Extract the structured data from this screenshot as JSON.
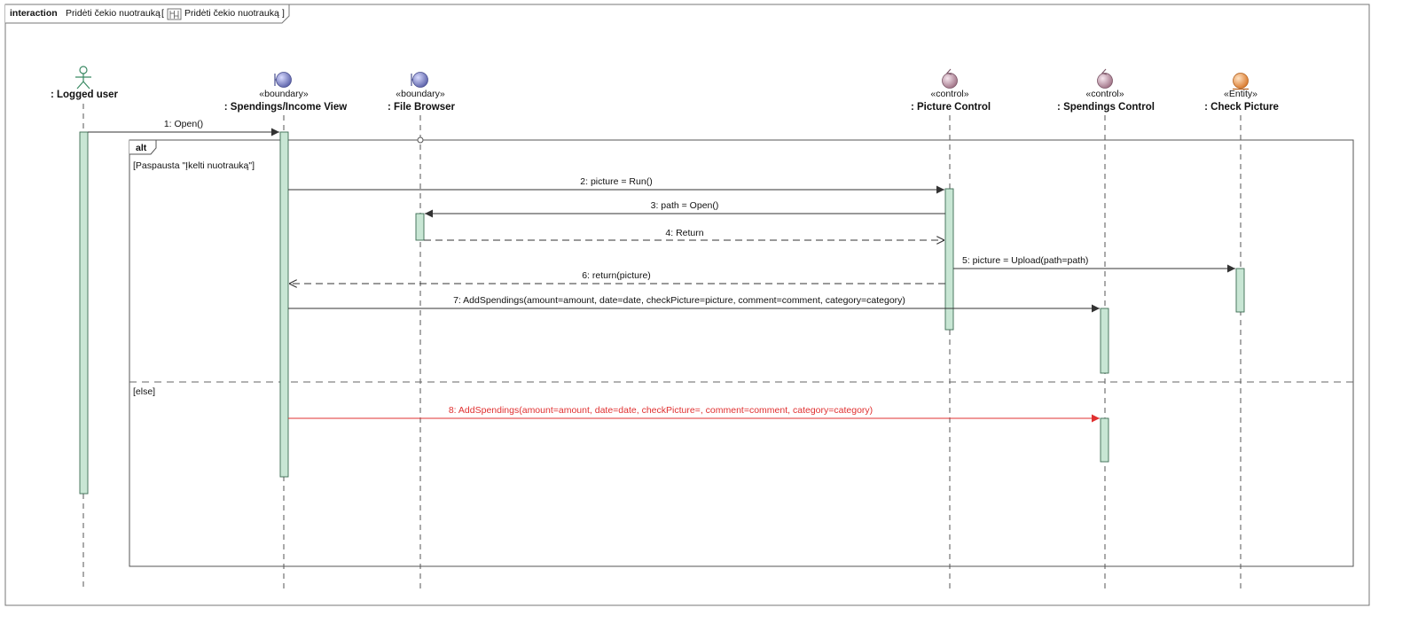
{
  "frame": {
    "keyword": "interaction",
    "name": "Pridėti čekio nuotrauką",
    "bracket_open": "[",
    "icon": "sequence-diagram-icon",
    "ref_name": "Pridėti čekio nuotrauką",
    "bracket_close": "]"
  },
  "lifelines": [
    {
      "id": "user",
      "kind": "actor",
      "stereotype": "",
      "name": ": Logged user"
    },
    {
      "id": "view",
      "kind": "boundary",
      "stereotype": "«boundary»",
      "name": ": Spendings/Income View"
    },
    {
      "id": "files",
      "kind": "boundary",
      "stereotype": "«boundary»",
      "name": ": File Browser"
    },
    {
      "id": "pic",
      "kind": "control",
      "stereotype": "«control»",
      "name": ": Picture Control"
    },
    {
      "id": "spend",
      "kind": "control",
      "stereotype": "«control»",
      "name": ": Spendings Control"
    },
    {
      "id": "check",
      "kind": "entity",
      "stereotype": "«Entity»",
      "name": ": Check Picture"
    }
  ],
  "fragment": {
    "operator": "alt",
    "guards": [
      "[Paspausta \"Įkelti nuotrauką\"]",
      "[else]"
    ]
  },
  "messages": [
    {
      "num": "1",
      "text": "1: Open()",
      "from": "user",
      "to": "view",
      "type": "sync"
    },
    {
      "num": "2",
      "text": "2: picture = Run()",
      "from": "view",
      "to": "pic",
      "type": "sync"
    },
    {
      "num": "3",
      "text": "3: path = Open()",
      "from": "pic",
      "to": "files",
      "type": "sync"
    },
    {
      "num": "4",
      "text": "4: Return",
      "from": "files",
      "to": "pic",
      "type": "return"
    },
    {
      "num": "5",
      "text": "5: picture = Upload(path=path)",
      "from": "pic",
      "to": "check",
      "type": "sync"
    },
    {
      "num": "6",
      "text": "6: return(picture)",
      "from": "pic",
      "to": "view",
      "type": "return"
    },
    {
      "num": "7",
      "text": "7: AddSpendings(amount=amount, date=date, checkPicture=picture, comment=comment, category=category)",
      "from": "view",
      "to": "spend",
      "type": "sync"
    },
    {
      "num": "8",
      "text": "8: AddSpendings(amount=amount, date=date, checkPicture=, comment=comment, category=category)",
      "from": "view",
      "to": "spend",
      "type": "sync",
      "highlight": true
    }
  ],
  "colors": {
    "activation_fill": "#c8e6d4",
    "activation_stroke": "#3a6b52",
    "boundary": "#7f84c6",
    "control": "#c9a3b2",
    "entity": "#f2a45c",
    "actor": "#3b8a64",
    "error_message": "#e03030",
    "line": "#444444"
  }
}
